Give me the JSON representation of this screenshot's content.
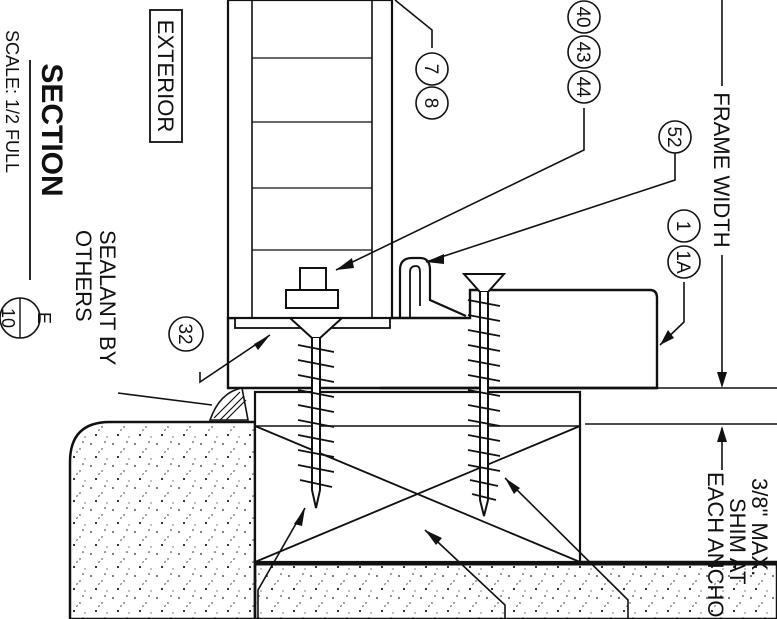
{
  "labels": {
    "exterior": "EXTERIOR",
    "section_title": "SECTION",
    "scale": "SCALE: 1/2 FULL",
    "detail_letter": "E",
    "detail_sheet": "10",
    "sealant_line1": "SEALANT BY",
    "sealant_line2": "OTHERS",
    "frame_width": "FRAME WIDTH",
    "shim_line1": "3/8\" MAX.",
    "shim_line2": "SHIM AT",
    "shim_line3": "EACH ANCHO"
  },
  "callouts": {
    "c7": "7",
    "c8": "8",
    "c40": "40",
    "c43": "43",
    "c44": "44",
    "c52": "52",
    "c1": "1",
    "c1A": "1A",
    "c32": "32"
  },
  "colors": {
    "ink": "#111111",
    "paper": "#ffffff"
  }
}
